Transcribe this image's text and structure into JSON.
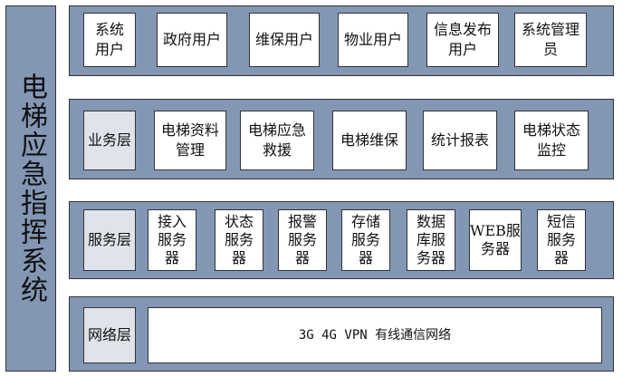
{
  "system_title": "电梯应急指挥系统",
  "user_layer": {
    "items": [
      "系统\n用户",
      "政府用户",
      "维保用户",
      "物业用户",
      "信息发布\n用户",
      "系统管理\n员"
    ]
  },
  "business_layer": {
    "label": "业务层",
    "items": [
      "电梯资料\n管理",
      "电梯应急\n救援",
      "电梯维保",
      "统计报表",
      "电梯状态\n监控"
    ]
  },
  "service_layer": {
    "label": "服务层",
    "items": [
      "接入\n服务\n器",
      "状态\n服务\n器",
      "报警\n服务\n器",
      "存储\n服务\n器",
      "数据\n库服\n务器",
      "WEB服\n务器",
      "短信\n服务\n器"
    ]
  },
  "network_layer": {
    "label": "网络层",
    "content": "3G 4G VPN 有线通信网络"
  }
}
